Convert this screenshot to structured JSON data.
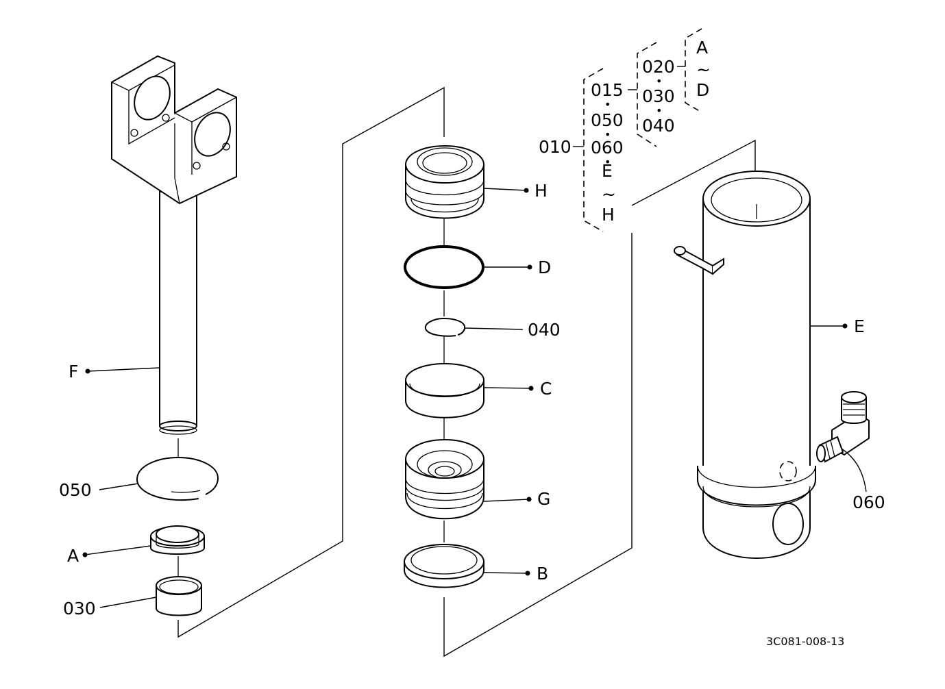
{
  "diagram": {
    "drawing_code": "3C081-008-13",
    "callouts": {
      "F": "F",
      "p050": "050",
      "A": "A",
      "p030": "030",
      "H": "H",
      "D": "D",
      "p040": "040",
      "C": "C",
      "G": "G",
      "B": "B",
      "E": "E",
      "p060": "060"
    },
    "assembly_tree": {
      "root": "010",
      "level1": [
        "015",
        "050",
        "060",
        "E"
      ],
      "level1_range_end": "H",
      "level2": [
        "020",
        "030",
        "040"
      ],
      "level3_start": "A",
      "level3_end": "D",
      "range_mark": "~",
      "bullet": "•"
    }
  }
}
